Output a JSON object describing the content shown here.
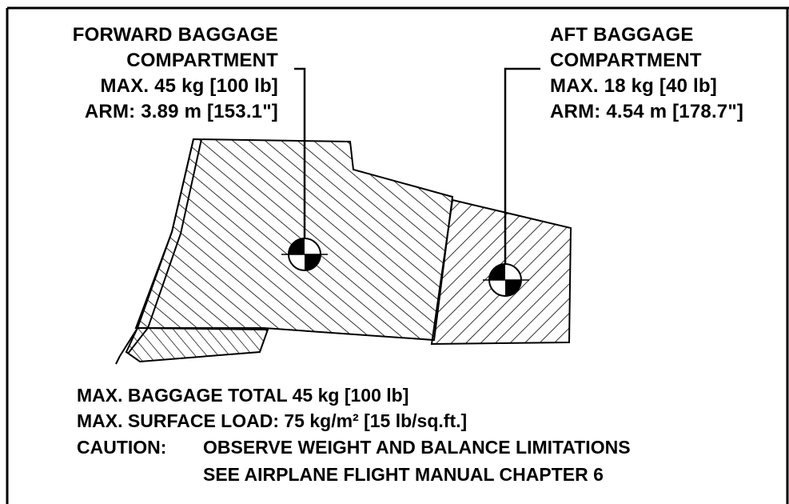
{
  "forward_compartment": {
    "line1": "FORWARD BAGGAGE",
    "line2": "COMPARTMENT",
    "line3": "MAX. 45 kg [100 lb]",
    "line4": "ARM: 3.89 m [153.1\"]"
  },
  "aft_compartment": {
    "line1": "AFT BAGGAGE",
    "line2": "COMPARTMENT",
    "line3": "MAX. 18 kg [40 lb]",
    "line4": "ARM: 4.54 m [178.7\"]"
  },
  "notes": {
    "max_total": "MAX. BAGGAGE TOTAL 45 kg [100 lb]",
    "max_surface": "MAX. SURFACE LOAD: 75 kg/m² [15 lb/sq.ft.]",
    "caution_label": "CAUTION:",
    "caution_text": "OBSERVE WEIGHT AND BALANCE LIMITATIONS",
    "reference": "SEE AIRPLANE FLIGHT MANUAL CHAPTER 6"
  },
  "colors": {
    "ink": "#000000",
    "background": "#ffffff"
  }
}
